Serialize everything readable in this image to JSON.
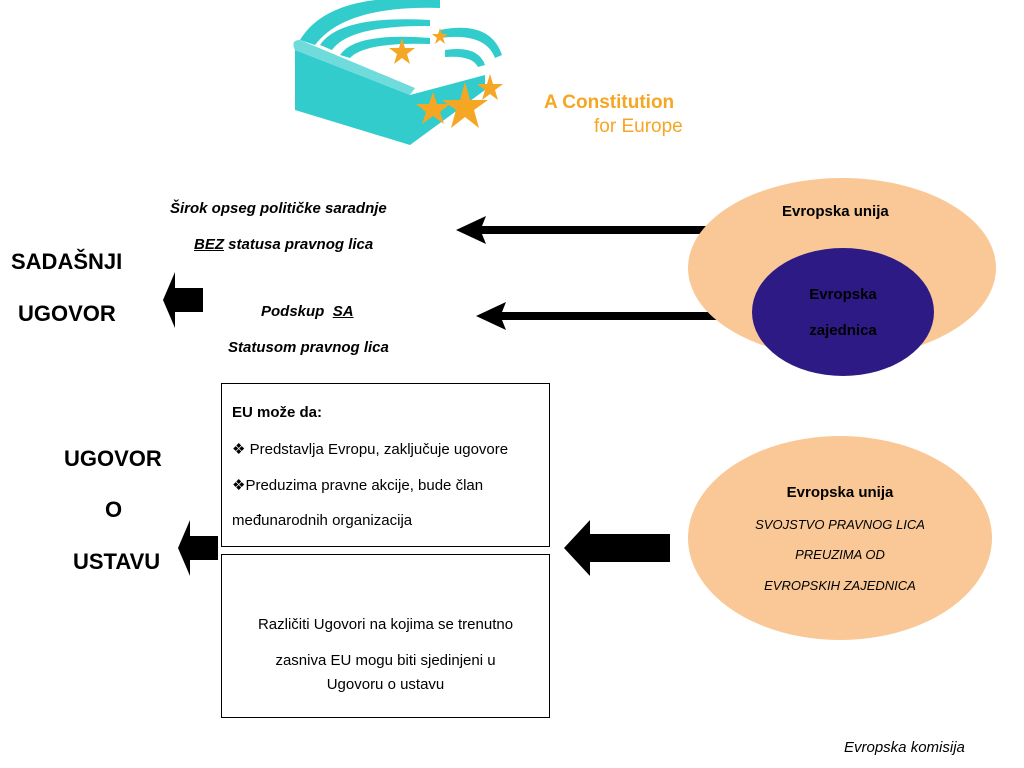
{
  "logo": {
    "title": "A Constitution",
    "subtitle": "for Europe",
    "ring_color": "#33cccc",
    "star_color": "#f5a623"
  },
  "top": {
    "line1": "Širok opseg političke saradnje",
    "line2_underlined": "BEZ",
    "line2_rest": " statusa pravnog lica",
    "line3_prefix": "Podskup  ",
    "line3_underlined": "SA",
    "line4": "Statusom pravnog lica",
    "left_line1": "SADAŠNJI",
    "left_line2": "UGOVOR",
    "ellipse_outer": "Evropska unija",
    "ellipse_inner_1": "Evropska",
    "ellipse_inner_2": "zajednica"
  },
  "bottom": {
    "left_line1": "UGOVOR",
    "left_line2": "O",
    "left_line3": "USTAVU",
    "box1_title": "EU može da:",
    "box1_item1": "❖ Predstavlja Evropu, zaključuje ugovore",
    "box1_item2": "❖Preduzima  pravne akcije, bude član",
    "box1_item3": "međunarodnih organizacija",
    "box2_line1": "Različiti Ugovori na kojima se trenutno",
    "box2_line2": "zasniva EU mogu biti sjedinjeni u",
    "box2_line3": "Ugovoru o ustavu",
    "ellipse_title": "Evropska unija",
    "ellipse_line1": "SVOJSTVO PRAVNOG LICA",
    "ellipse_line2": "PREUZIMA OD",
    "ellipse_line3": "EVROPSKIH  ZAJEDNICA"
  },
  "footer": "Evropska komisija",
  "colors": {
    "peach": "#f9c896",
    "navy": "#2e1a84"
  }
}
